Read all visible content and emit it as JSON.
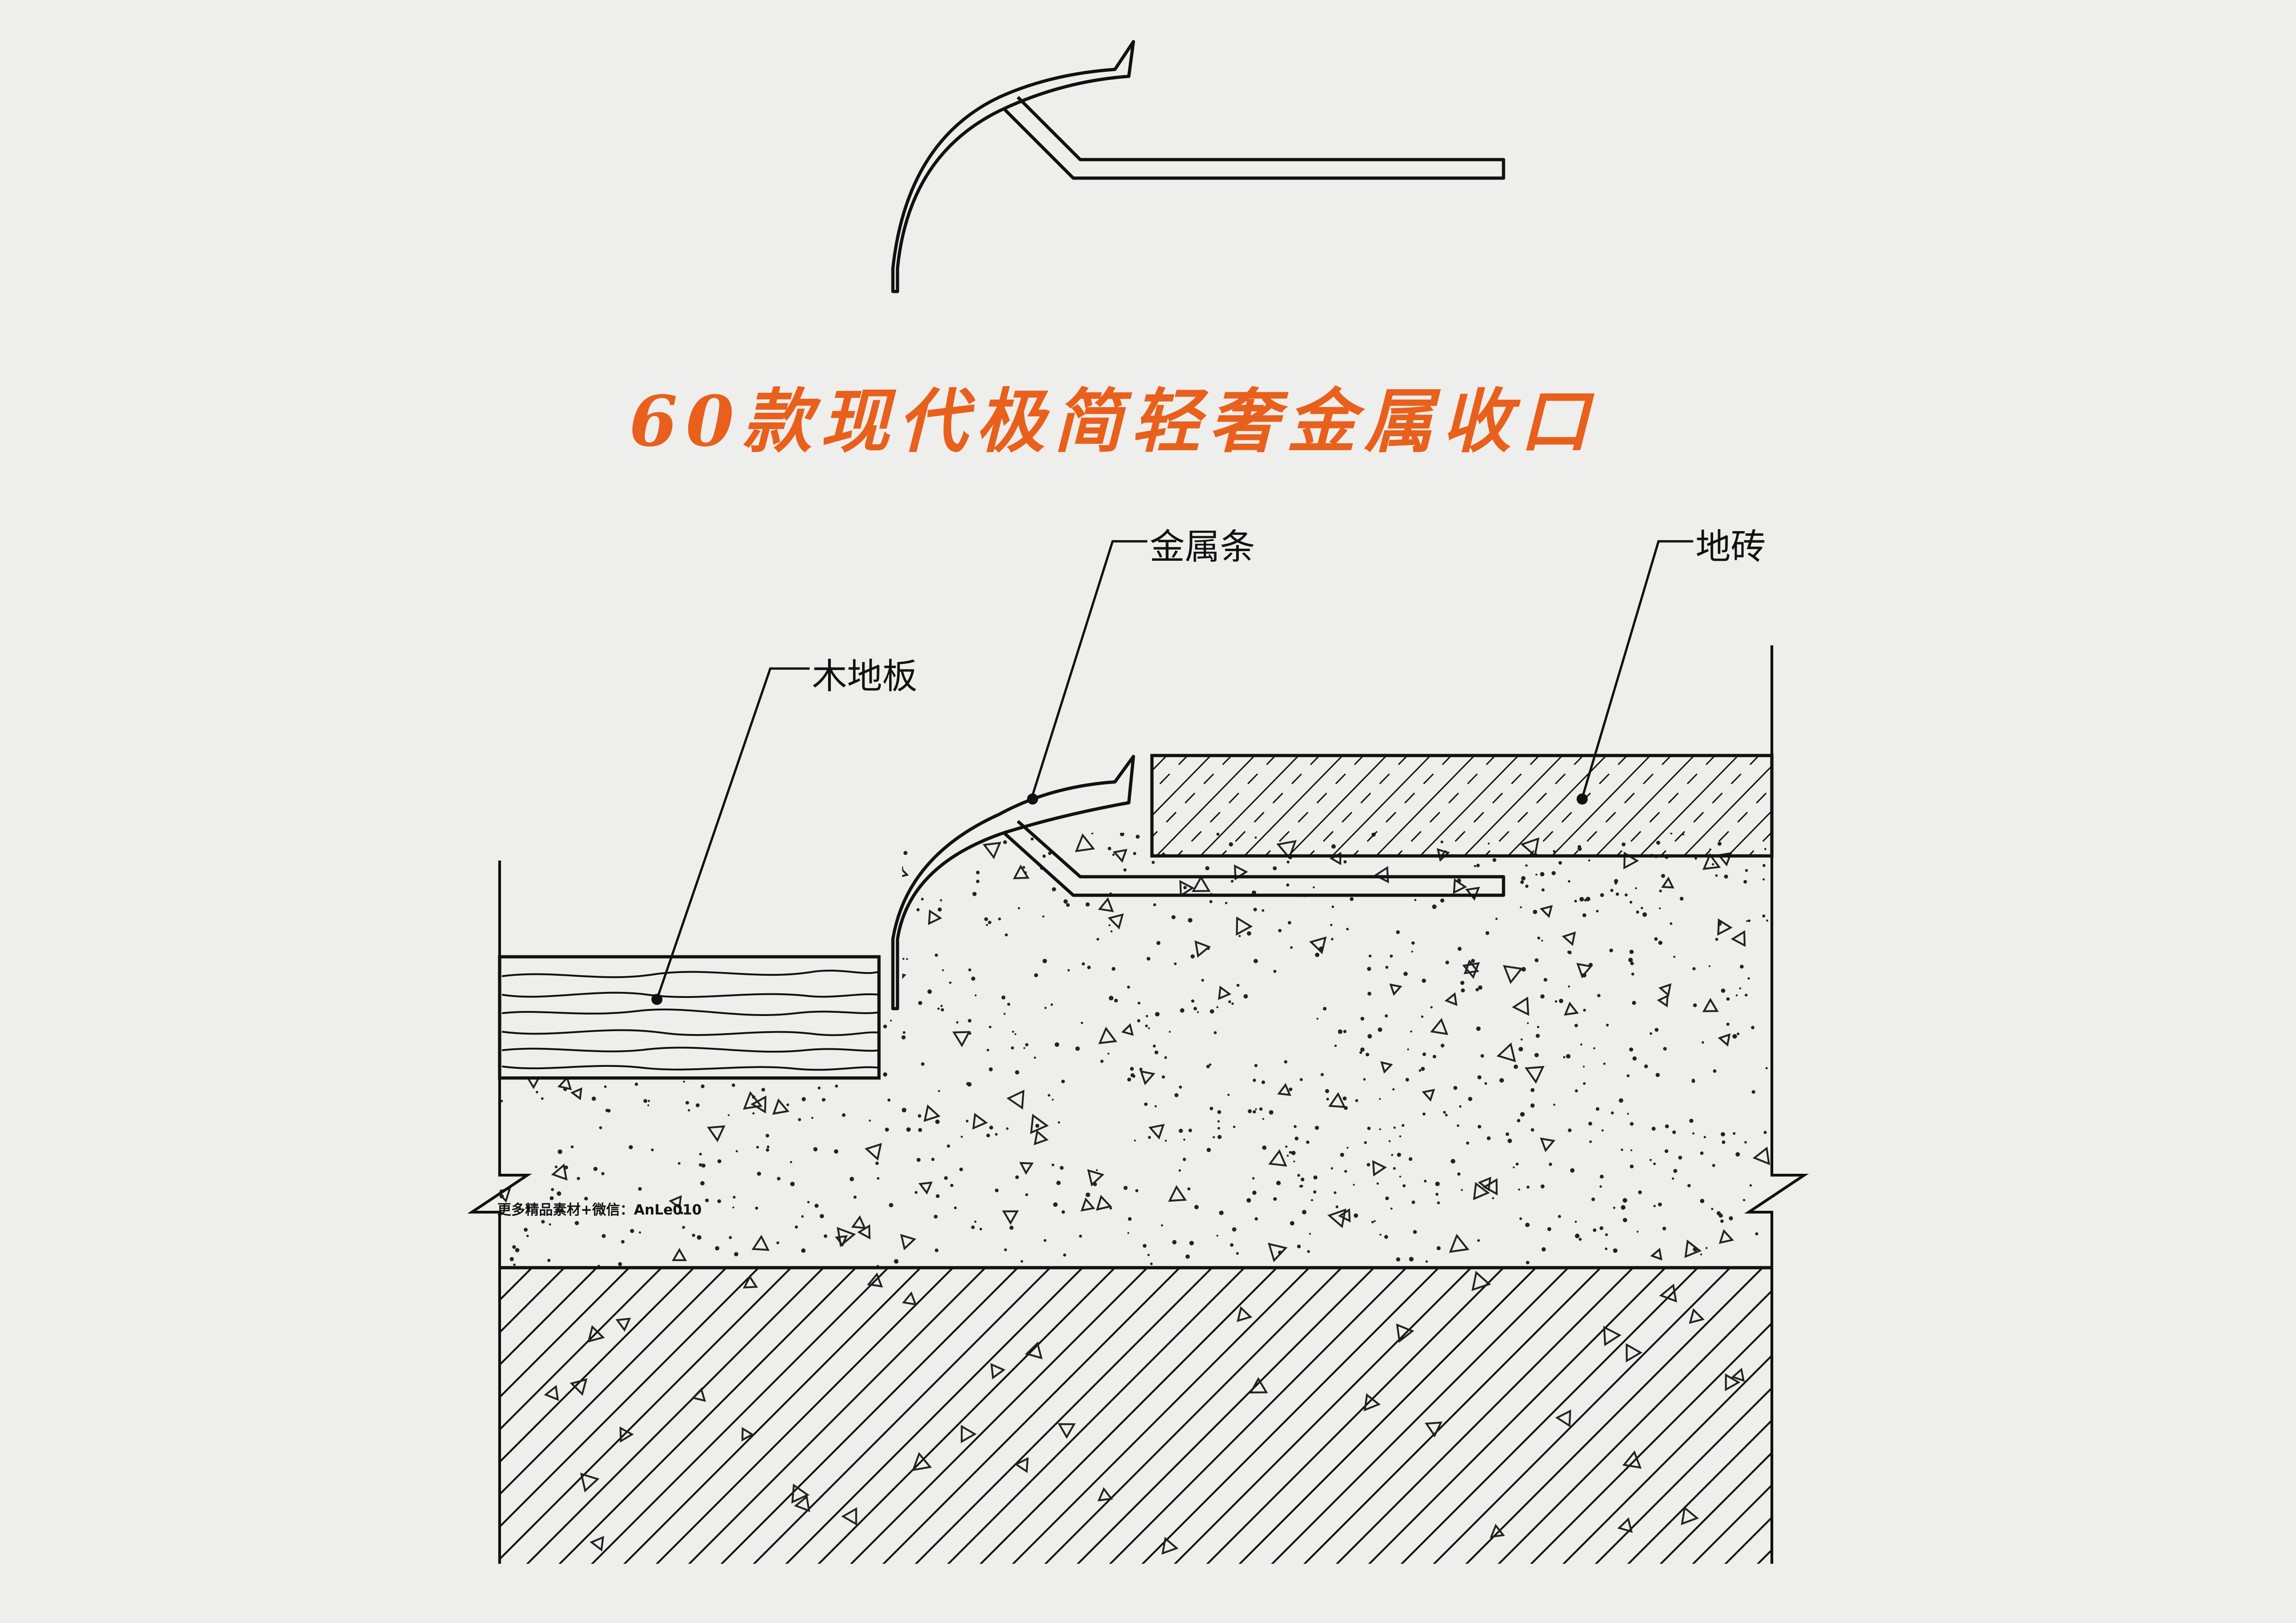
{
  "title": "60款现代极简轻奢金属收口",
  "labels": {
    "wood_floor": "木地板",
    "metal_strip": "金属条",
    "floor_tile": "地砖"
  },
  "watermark": "更多精品素材+微信：AnLe010",
  "colors": {
    "title": "#e8601c",
    "line": "#111111",
    "background": "#eeeeed"
  }
}
